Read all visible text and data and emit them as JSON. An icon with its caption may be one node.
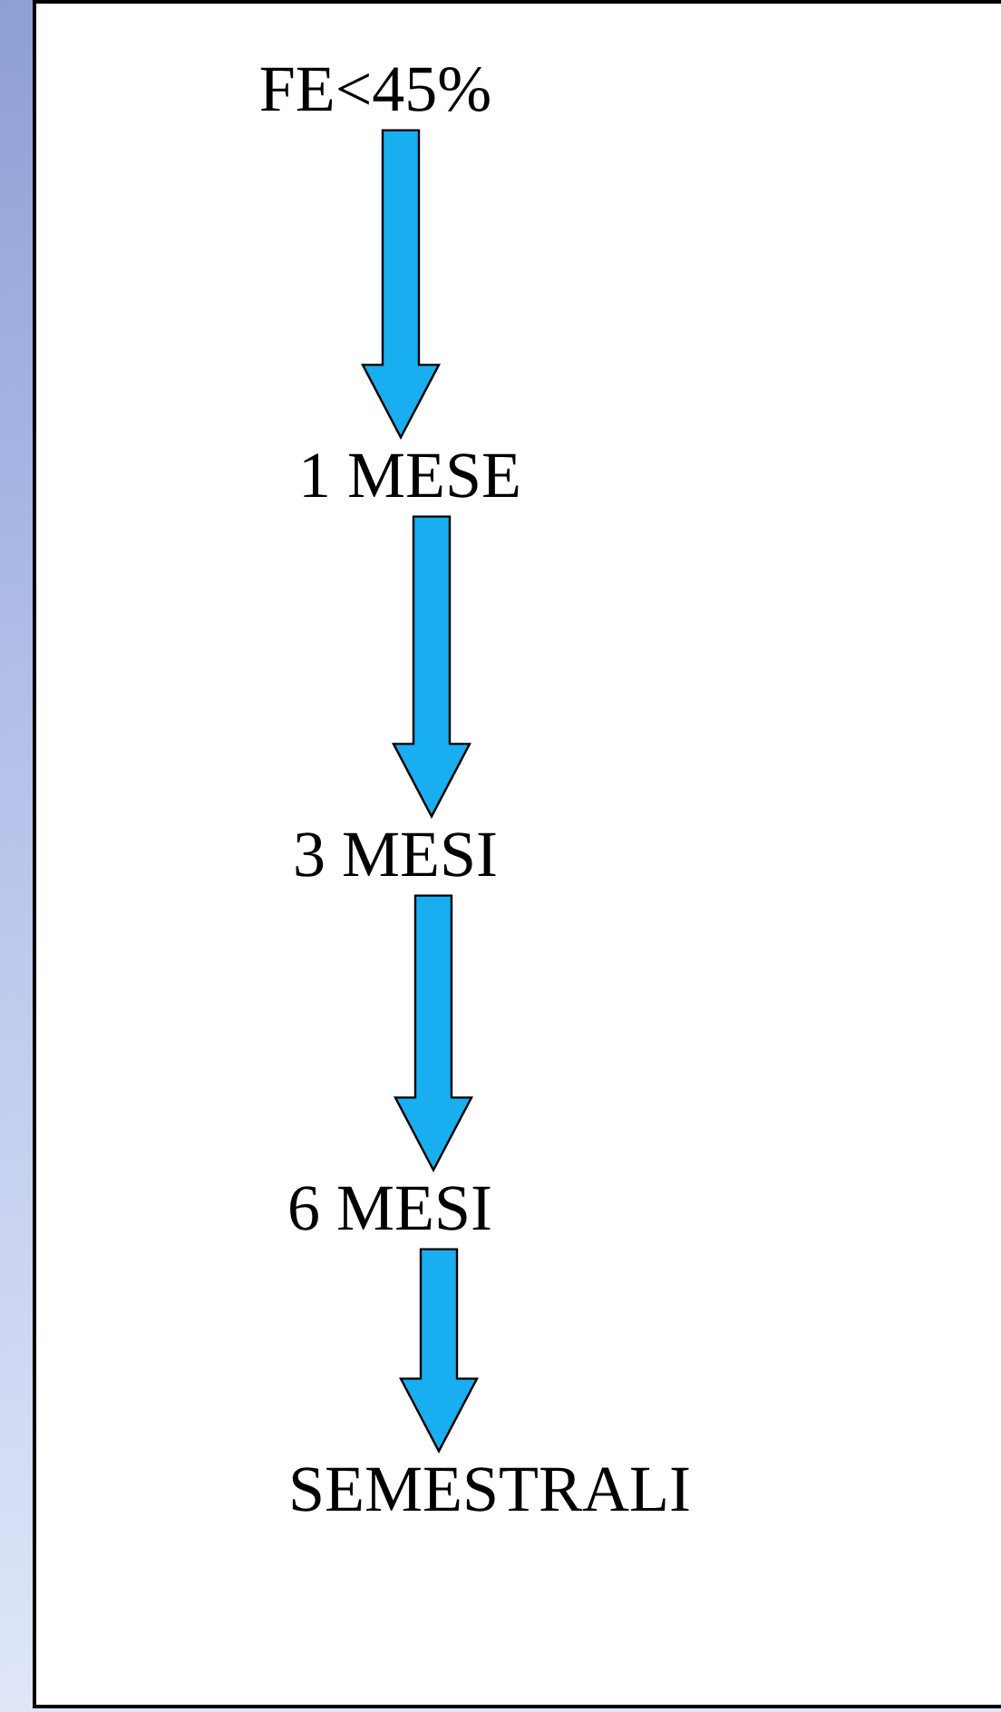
{
  "diagram": {
    "nodes": [
      {
        "text": [
          "FE<45%"
        ]
      },
      {
        "text": [
          "1 MESE"
        ]
      },
      {
        "text": [
          "3 MESI"
        ]
      },
      {
        "text": [
          "6 MESI"
        ]
      },
      {
        "text": [
          "SEMESTRALI"
        ]
      }
    ],
    "edges": [
      {
        "from": 0,
        "to": 1,
        "arrow": "to"
      },
      {
        "from": 1,
        "to": 2,
        "arrow": "to"
      },
      {
        "from": 2,
        "to": 3,
        "arrow": "to"
      },
      {
        "from": 3,
        "to": 4,
        "arrow": "to"
      }
    ]
  }
}
